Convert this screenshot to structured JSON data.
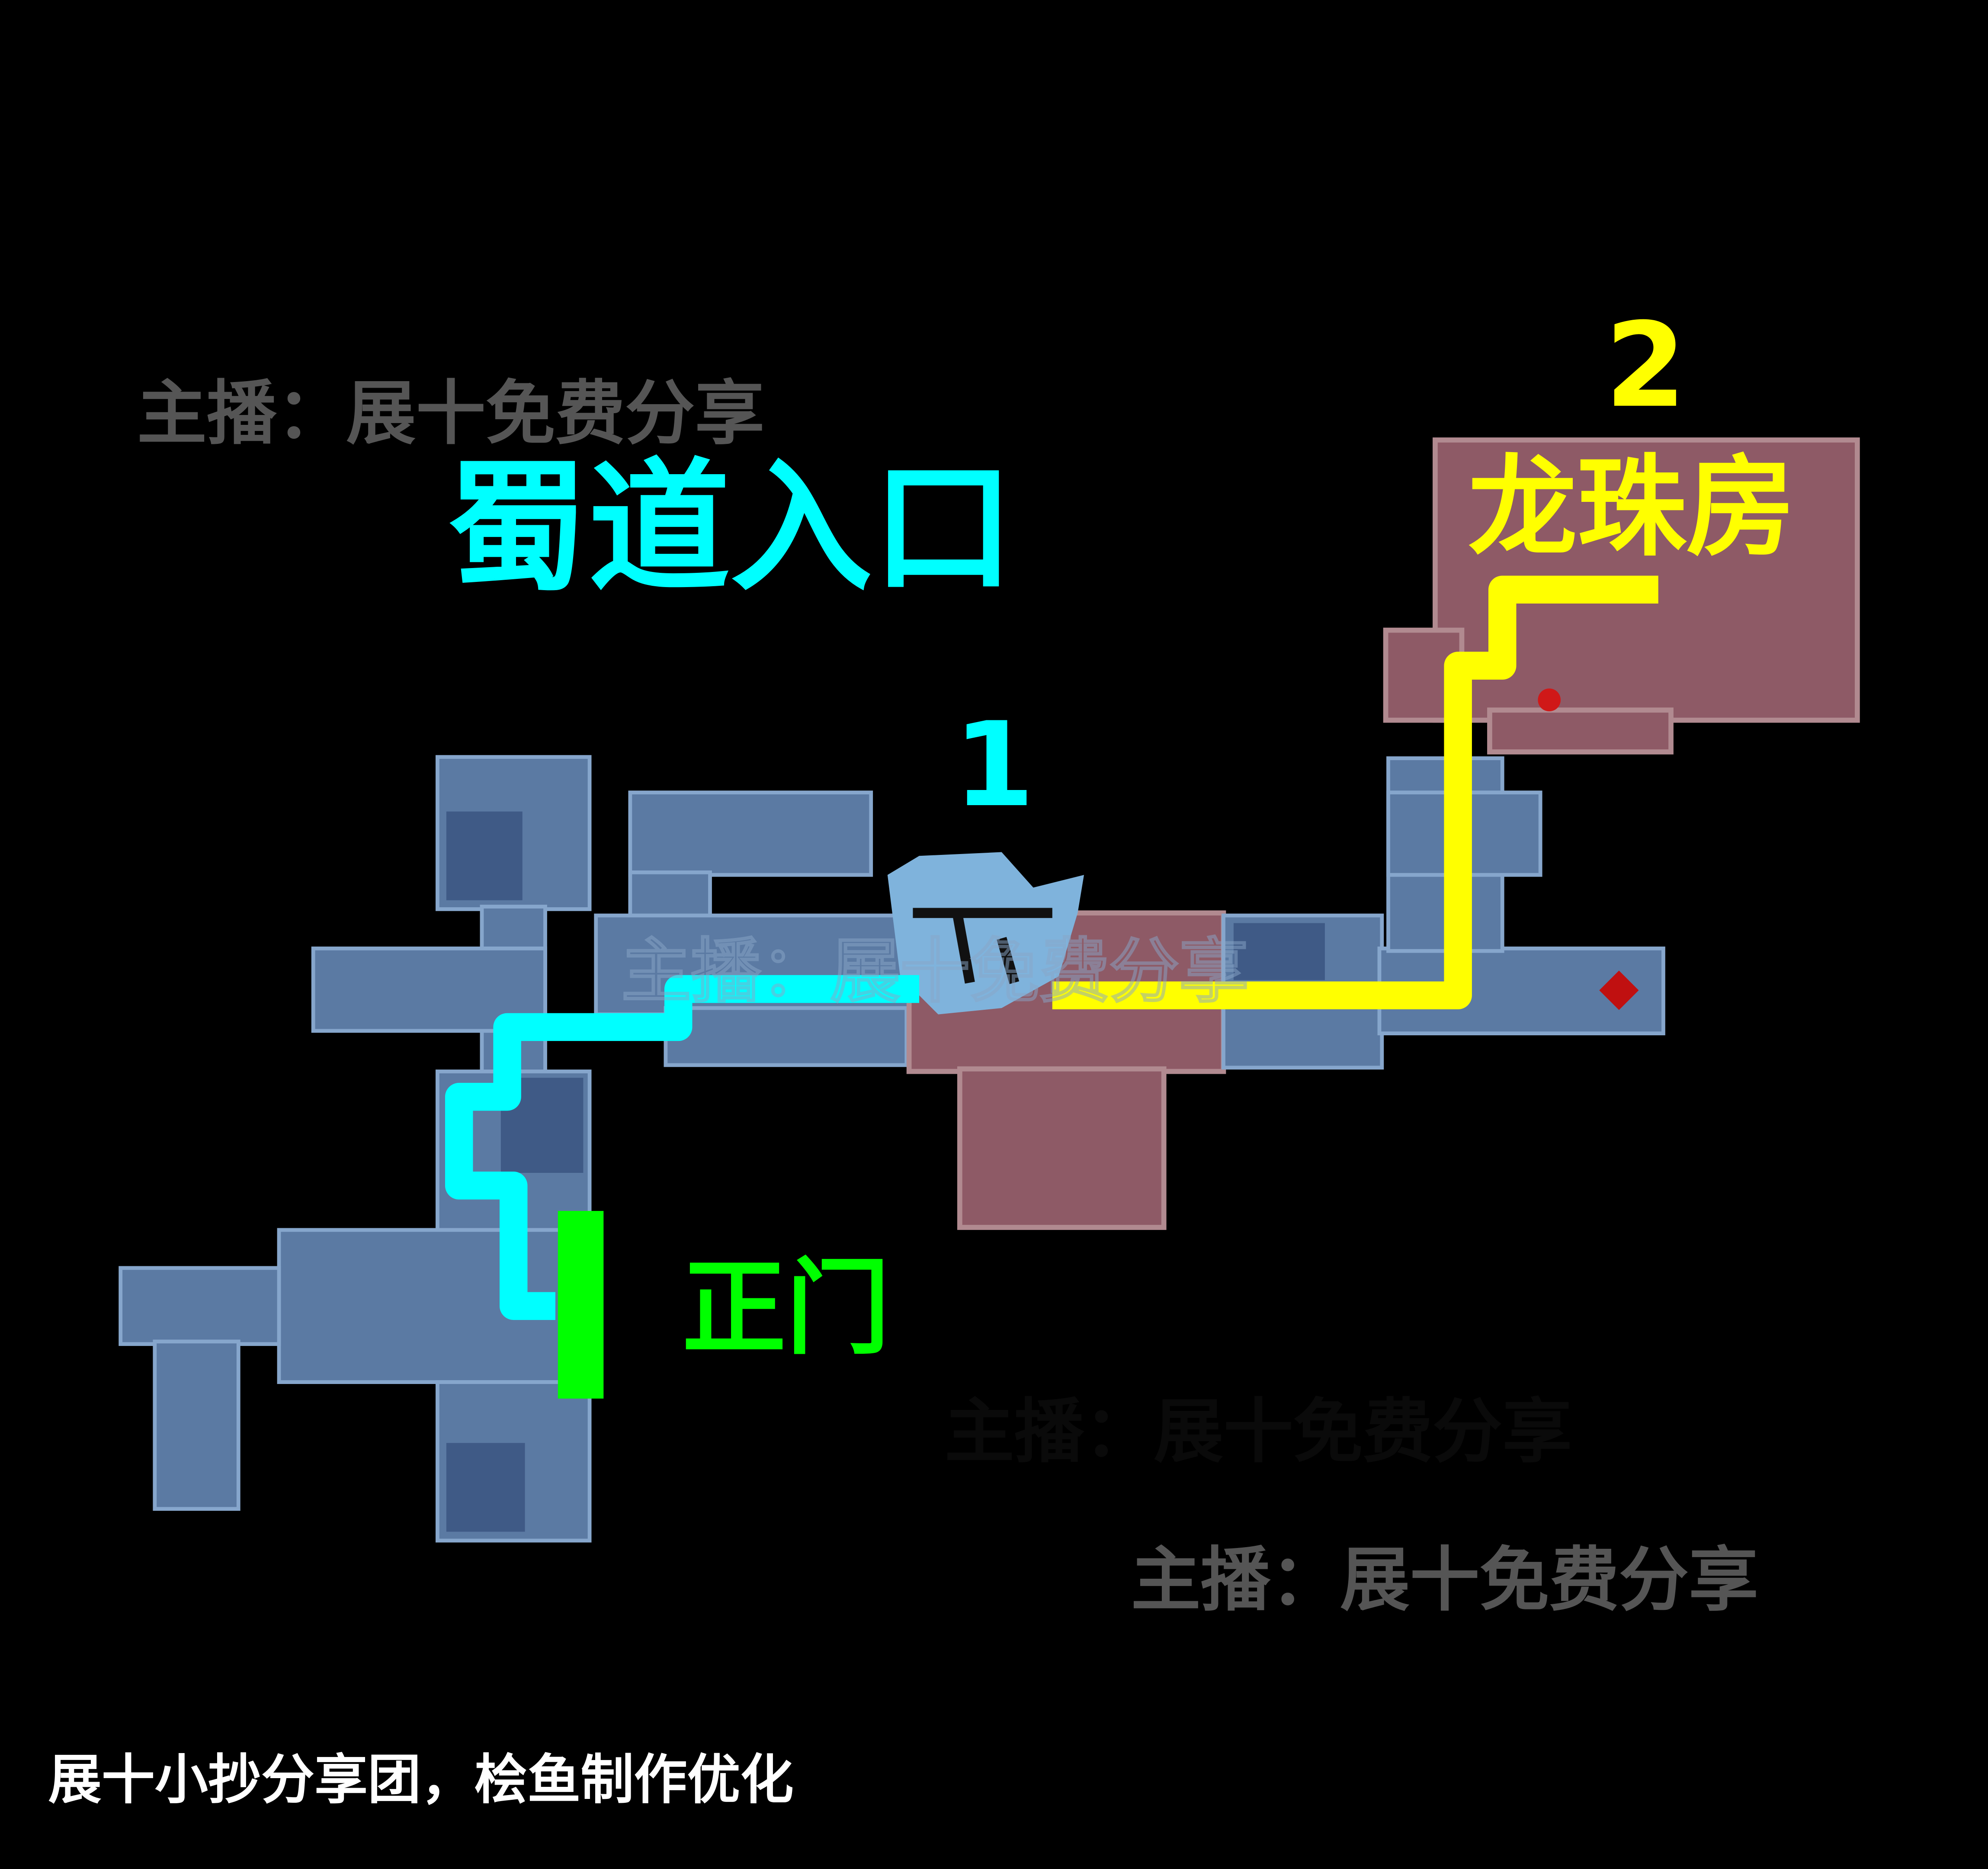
{
  "watermarks": [
    "主播：展十免费分享",
    "主播：展十免费分享",
    "主播：展十免费分享",
    "主播：展十免费分享"
  ],
  "labels": {
    "entrance": "蜀道入口",
    "marker_1": "1",
    "marker_2": "2",
    "dragon_ball_room": "龙珠房",
    "main_gate": "正门"
  },
  "footer": "展十小抄分享团，桧鱼制作优化",
  "colors": {
    "route_1": "#00ffff",
    "route_2": "#ffff00",
    "main_gate": "#00ff00",
    "watermark": "#555555"
  },
  "icons": [
    "skull-boss-icon",
    "red-chest-icon",
    "red-diamond-marker-icon"
  ]
}
